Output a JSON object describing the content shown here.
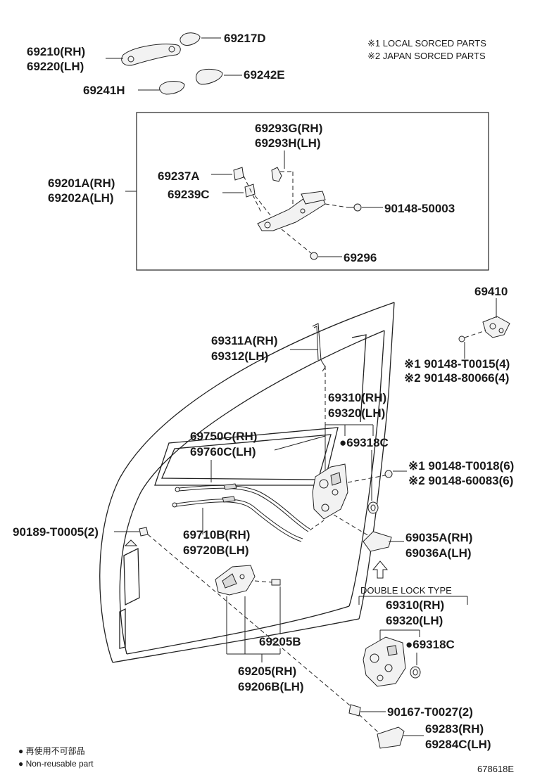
{
  "notes": {
    "local": "※1 LOCAL SORCED PARTS",
    "japan": "※2 JAPAN SORCED PARTS"
  },
  "labels": {
    "p69210": "69210(RH)",
    "p69220": "69220(LH)",
    "p69217D": "69217D",
    "p69241H": "69241H",
    "p69242E": "69242E",
    "p69293G": "69293G(RH)",
    "p69293H": "69293H(LH)",
    "p69201A": "69201A(RH)",
    "p69202A": "69202A(LH)",
    "p69237A": "69237A",
    "p69239C": "69239C",
    "p90148_50003": "90148-50003",
    "p69296": "69296",
    "p69410": "69410",
    "p69311A": "69311A(RH)",
    "p69312": "69312(LH)",
    "p90148_T0015": "※1 90148-T0015(4)",
    "p90148_80066": "※2 90148-80066(4)",
    "p69310": "69310(RH)",
    "p69320": "69320(LH)",
    "p69318C": "●69318C",
    "p69750C": "69750C(RH)",
    "p69760C": "69760C(LH)",
    "p90148_T0018": "※1 90148-T0018(6)",
    "p90148_60083": "※2 90148-60083(6)",
    "p69710B": "69710B(RH)",
    "p69720B": "69720B(LH)",
    "p90189": "90189-T0005(2)",
    "p69035A": "69035A(RH)",
    "p69036A": "69036A(LH)",
    "double_lock": "DOUBLE LOCK TYPE",
    "p69310b": "69310(RH)",
    "p69320b": "69320(LH)",
    "p69318Cb": "●69318C",
    "p69205B": "69205B",
    "p69205": "69205(RH)",
    "p69206B": "69206B(LH)",
    "p90167": "90167-T0027(2)",
    "p69283": "69283(RH)",
    "p69284C": "69284C(LH)"
  },
  "legend": {
    "jp": "● 再使用不可部品",
    "en": "● Non-reusable part"
  },
  "figure_id": "678618E"
}
